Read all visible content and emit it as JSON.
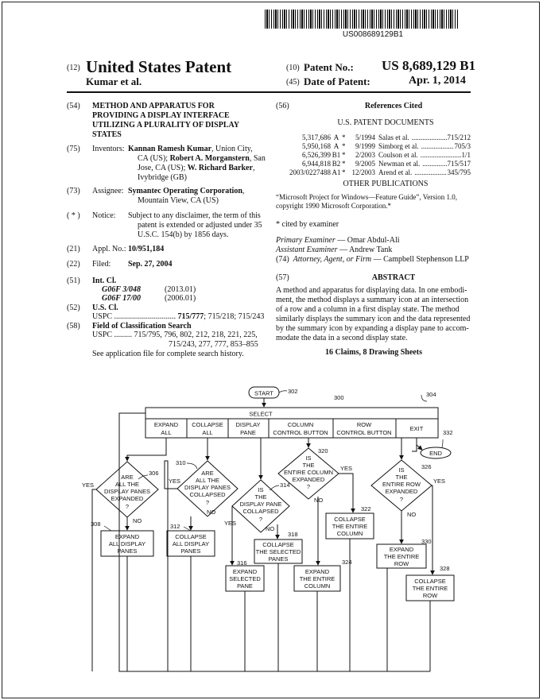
{
  "barcode_text": "US008689129B1",
  "header": {
    "code12": "(12)",
    "kind": "United States Patent",
    "inventors_short": "Kumar et al.",
    "code10": "(10)",
    "patent_no_label": "Patent No.:",
    "patent_no": "US 8,689,129 B1",
    "code45": "(45)",
    "date_label": "Date of Patent:",
    "date": "Apr. 1, 2014"
  },
  "left": {
    "c54": "(54)",
    "title": [
      "METHOD AND APPARATUS FOR",
      "PROVIDING A DISPLAY INTERFACE",
      "UTILIZING A PLURALITY OF DISPLAY",
      "STATES"
    ],
    "c75": "(75)",
    "inventors_label": "Inventors:",
    "inventors": [
      {
        "name": "Kannan Ramesh Kumar",
        "rest": ", Union City,"
      },
      {
        "name": "",
        "rest": "CA (US); "
      },
      {
        "name": "Robert A. Morganstern",
        "rest": ", San"
      },
      {
        "name": "",
        "rest": "Jose, CA (US); "
      },
      {
        "name": "W. Richard Barker",
        "rest": ","
      },
      {
        "name": "",
        "rest": "Ivybridge (GB)"
      }
    ],
    "c73": "(73)",
    "assignee_label": "Assignee:",
    "assignee_name": "Symantec Operating Corporation",
    "assignee_rest": ",",
    "assignee_city": "Mountain View, CA (US)",
    "cnotice": "( * )",
    "notice_label": "Notice:",
    "notice": [
      "Subject to any disclaimer, the term of this",
      "patent is extended or adjusted under 35",
      "U.S.C. 154(b) by 1856 days."
    ],
    "c21": "(21)",
    "appl_label": "Appl. No.:",
    "appl": "10/951,184",
    "c22": "(22)",
    "filed_label": "Filed:",
    "filed": "Sep. 27, 2004",
    "c51": "(51)",
    "intcl_label": "Int. Cl.",
    "intcl": [
      {
        "code": "G06F 3/048",
        "ver": "(2013.01)"
      },
      {
        "code": "G06F 17/00",
        "ver": "(2006.01)"
      }
    ],
    "c52": "(52)",
    "uscl_label": "U.S. Cl.",
    "uspc_label": "USPC",
    "uspc_dots": "...............................",
    "uspc_main": "715/777",
    "uspc_rest": "; 715/218; 715/243",
    "c58": "(58)",
    "field_label": "Field of Classification Search",
    "field_uspc": "USPC ......... 715/795, 796, 802, 212, 218, 221, 225,",
    "field_uspc2": "715/243, 277, 777, 853–855",
    "field_note": "See application file for complete search history."
  },
  "right": {
    "c56": "(56)",
    "refs_title": "References Cited",
    "us_docs": "U.S. PATENT DOCUMENTS",
    "refs": [
      {
        "num": "5,317,686",
        "kind": "A",
        "star": "*",
        "date": "5/1994",
        "name": "Salas et al.",
        "dots": "....................",
        "cls": "715/212"
      },
      {
        "num": "5,950,168",
        "kind": "A",
        "star": "*",
        "date": "9/1999",
        "name": "Simborg et al.",
        "dots": "....................",
        "cls": "705/3"
      },
      {
        "num": "6,526,399",
        "kind": "B1",
        "star": "*",
        "date": "2/2003",
        "name": "Coulson et al.",
        "dots": "........................",
        "cls": "1/1"
      },
      {
        "num": "6,944,818",
        "kind": "B2",
        "star": "*",
        "date": "9/2005",
        "name": "Newman et al.",
        "dots": "..............",
        "cls": "715/517"
      },
      {
        "num": "2003/0227488",
        "kind": "A1",
        "star": "*",
        "date": "12/2003",
        "name": "Arend et al.",
        "dots": "..................",
        "cls": "345/795"
      }
    ],
    "other_pubs": "OTHER PUBLICATIONS",
    "other_text": [
      "“Microsoft Project for Windows—Feature Guide”, Version 1.0,",
      "copyright 1990 Microsoft Corporation.*"
    ],
    "cited": "* cited by examiner",
    "primary_label": "Primary Examiner",
    "primary": " — Omar Abdul-Ali",
    "assistant_label": "Assistant Examiner",
    "assistant": " — Andrew Tank",
    "c74": "(74)",
    "attorney_label": "Attorney, Agent, or Firm",
    "attorney": " — Campbell Stephenson LLP",
    "c57": "(57)",
    "abstract_title": "ABSTRACT",
    "abstract": [
      "A method and apparatus for displaying data. In one embodi-",
      "ment, the method displays a summary icon at an intersection",
      "of a row and a column in a first display state. The method",
      "similarly displays the summary icon and the data represented",
      "by the summary icon by expanding a display pane to accom-",
      "modate the data in a second display state."
    ],
    "claims": "16 Claims, 8 Drawing Sheets"
  },
  "diagram": {
    "start": "START",
    "end": "END",
    "select": "SELECT",
    "menu": [
      [
        "EXPAND",
        "ALL"
      ],
      [
        "COLLAPSE",
        "ALL"
      ],
      [
        "DISPLAY",
        "PANE"
      ],
      [
        "COLUMN",
        "CONTROL BUTTON"
      ],
      [
        "ROW",
        "CONTROL BUTTON"
      ],
      [
        "EXIT"
      ]
    ],
    "yes": "YES",
    "no": "NO",
    "d306": [
      "ARE",
      "ALL THE",
      "DISPLAY PANES",
      "EXPANDED",
      "?"
    ],
    "d310": [
      "ARE",
      "ALL THE",
      "DISPLAY PANES",
      "COLLAPSED",
      "?"
    ],
    "d314": [
      "IS",
      "THE",
      "DISPLAY PANE",
      "COLLAPSED",
      "?"
    ],
    "d320": [
      "IS",
      "THE",
      "ENTIRE COLUMN",
      "EXPANDED",
      "?"
    ],
    "d326": [
      "IS",
      "THE",
      "ENTIRE ROW",
      "EXPANDED",
      "?"
    ],
    "b308": [
      "EXPAND",
      "ALL DISPLAY",
      "PANES"
    ],
    "b312": [
      "COLLAPSE",
      "ALL DISPLAY",
      "PANES"
    ],
    "b316": [
      "EXPAND",
      "SELECTED",
      "PANE"
    ],
    "b318": [
      "COLLAPSE",
      "THE SELECTED",
      "PANES"
    ],
    "b322": [
      "COLLAPSE",
      "THE ENTIRE",
      "COLUMN"
    ],
    "b324": [
      "EXPAND",
      "THE ENTIRE",
      "COLUMN"
    ],
    "b330": [
      "EXPAND",
      "THE ENTIRE",
      "ROW"
    ],
    "b328": [
      "COLLAPSE",
      "THE ENTIRE",
      "ROW"
    ],
    "refs": {
      "r300": "300",
      "r302": "302",
      "r304": "304",
      "r306": "306",
      "r308": "308",
      "r310": "310",
      "r312": "312",
      "r314": "314",
      "r316": "316",
      "r318": "318",
      "r320": "320",
      "r322": "322",
      "r324": "324",
      "r326": "326",
      "r328": "328",
      "r330": "330",
      "r332": "332"
    }
  }
}
